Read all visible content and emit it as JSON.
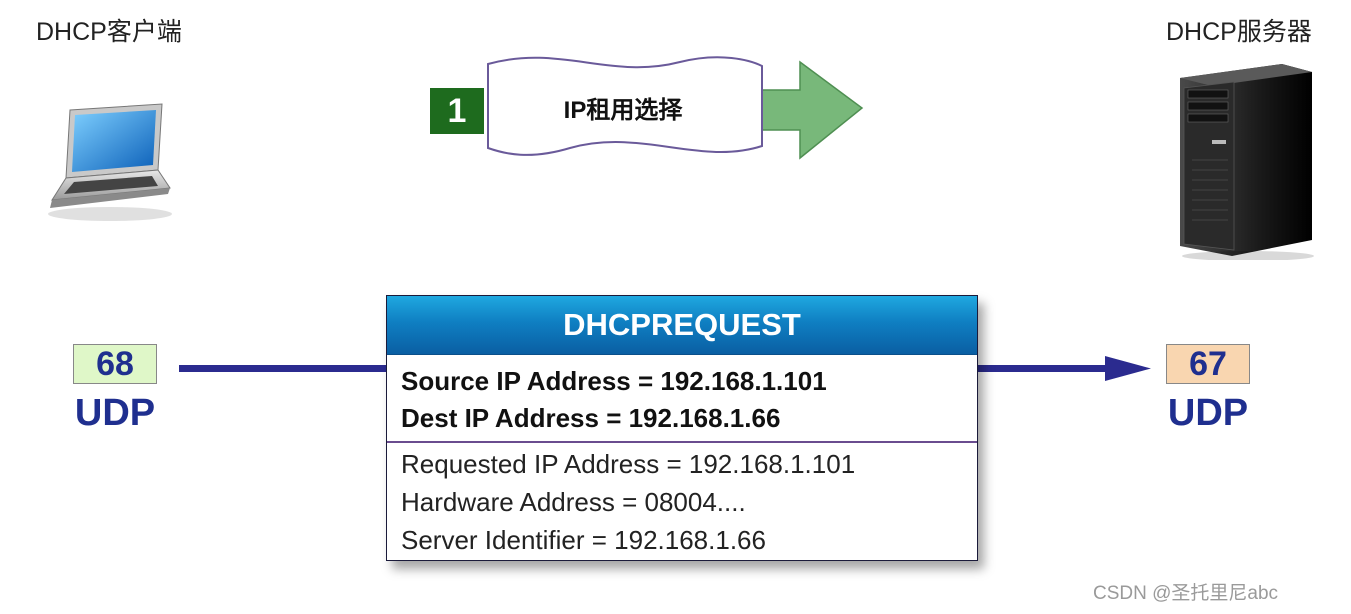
{
  "client": {
    "label": "DHCP客户端",
    "port": "68",
    "protocol": "UDP",
    "port_color": "#dff7c8"
  },
  "server": {
    "label": "DHCP服务器",
    "port": "67",
    "protocol": "UDP",
    "port_color": "#f9d6b0"
  },
  "step": {
    "number": "1",
    "label": "IP租用选择"
  },
  "packet": {
    "title": "DHCPREQUEST",
    "header_fields": [
      "Source IP Address = 192.168.1.101",
      "Dest IP Address = 192.168.1.66"
    ],
    "fields": [
      "Requested IP Address = 192.168.1.101",
      "Hardware Address = 08004....",
      "Server Identifier = 192.168.1.66"
    ]
  },
  "colors": {
    "arrow_line": "#2b2b8f",
    "step_arrow": "#78b87a",
    "text_blue": "#1f2f8f"
  },
  "watermark": "CSDN @圣托里尼abc"
}
